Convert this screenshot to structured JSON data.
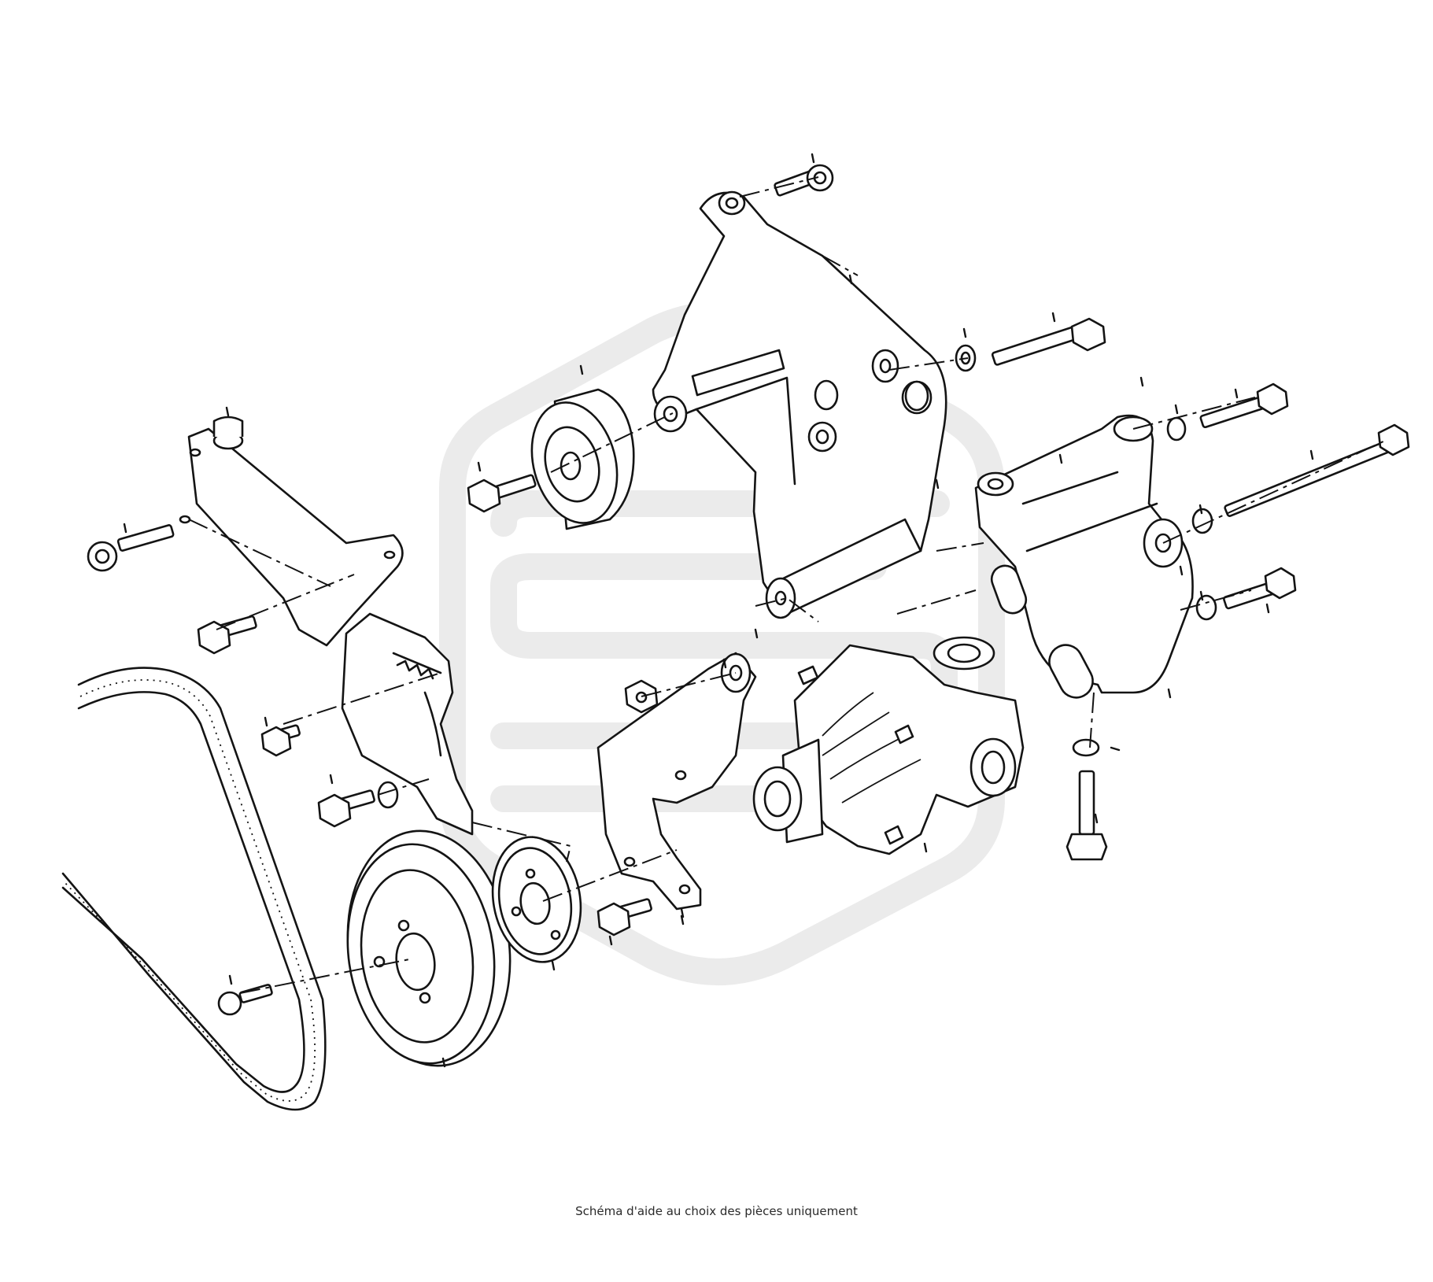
{
  "caption": "Schéma d'aide au choix des pièces uniquement",
  "colors": {
    "line": "#141414",
    "watermark": "#ebebeb",
    "background": "#ffffff"
  },
  "watermark_icon": "stylized-s-hexagon-logo",
  "part_labels": [
    "I",
    "I",
    "I",
    "I",
    "I",
    "I",
    "I",
    "I",
    "I",
    "I",
    "I",
    "I",
    "I",
    "I",
    "I",
    "I",
    "I",
    "I",
    "I",
    "I",
    "I",
    "I",
    "I",
    "I",
    "I",
    "I",
    "I",
    "I",
    "I",
    "I",
    "I",
    "I"
  ]
}
